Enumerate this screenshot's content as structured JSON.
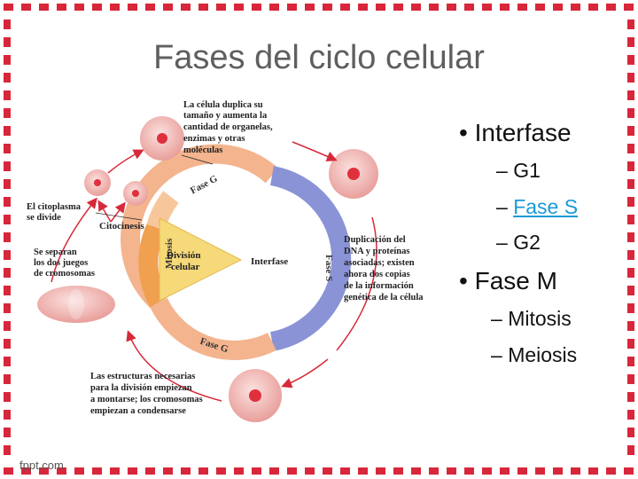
{
  "slide": {
    "title": "Fases del ciclo celular",
    "watermark": "fppt.com"
  },
  "bullets": {
    "interfase": "Interfase",
    "g1": "G1",
    "fase_s": "Fase S",
    "g2": "G2",
    "fase_m": "Fase M",
    "mitosis": "Mitosis",
    "meiosis": "Meiosis",
    "dash": "–",
    "bullet_glyph": "•"
  },
  "diagram": {
    "note_g1": [
      "La célula duplica su",
      "tamaño y aumenta la",
      "cantidad de organelas,",
      "enzimas y otras",
      "moléculas"
    ],
    "note_cytoplasm": [
      "El citoplasma",
      "se divide"
    ],
    "note_separate": [
      "Se separan",
      "los dos juegos",
      "de cromosomas"
    ],
    "note_s": [
      "Duplicación del",
      "DNA y proteínas",
      "asociadas; existen",
      "ahora dos copias",
      "de la información",
      "genética de la célula"
    ],
    "note_g2": [
      "Las estructuras necesarias",
      "para la división empiezan",
      "a montarse; los cromosomas",
      "empiezan a condensarse"
    ],
    "label_fase_g_top": "Fase G",
    "label_fase_g_bottom": "Fase G",
    "label_fase_s": "Fase S",
    "label_citocinesis": "Citocinesis",
    "label_mitosis": "Mitosis",
    "label_division": [
      "División",
      "celular"
    ],
    "label_interfase": "Interfase"
  },
  "colors": {
    "frame_red": "#d8263a",
    "ring_orange": "#f3b48e",
    "ring_blue": "#8a93d6",
    "triangle_yellow": "#f6d978",
    "mitosis_orange": "#f0a04e",
    "cell_pink": "#f2b3b0",
    "nucleus_red": "#e0303d",
    "link_blue": "#1a9ad6",
    "arrow_red": "#d62a3a"
  }
}
